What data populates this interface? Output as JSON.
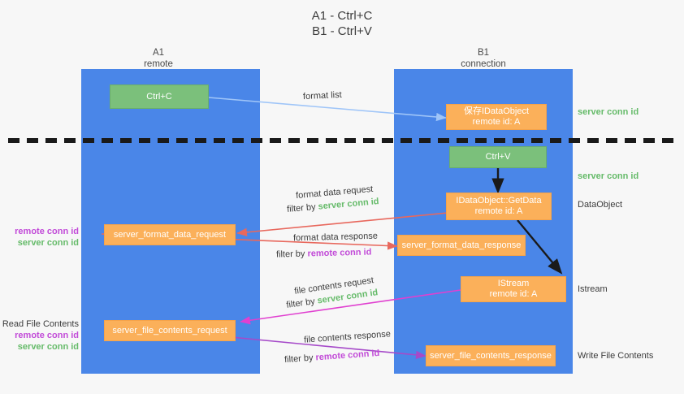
{
  "title": {
    "line1": "A1 - Ctrl+C",
    "line2": "B1 - Ctrl+V"
  },
  "colors": {
    "lane": "#4a86e8",
    "green_node": "#7bc07b",
    "orange_node": "#fbb05a",
    "server_conn_id": "#66bb6a",
    "remote_conn_id": "#c24bd8",
    "blue_arrow": "#9fc5f8",
    "red_arrow": "#e8685d",
    "magenta_arrow": "#e040d0",
    "purple_arrow": "#a64ac9",
    "black_arrow": "#1a1a1a",
    "divider": "#1a1a1a",
    "background": "#f7f7f7"
  },
  "lanes": [
    {
      "id": "a1",
      "title": "A1",
      "subtitle": "remote"
    },
    {
      "id": "b1",
      "title": "B1",
      "subtitle": "connection"
    }
  ],
  "nodes": [
    {
      "id": "ctrl-c",
      "label": "Ctrl+C",
      "sub": "",
      "style": "green"
    },
    {
      "id": "save-idataobject",
      "label": "保存IDataObject",
      "sub": "remote id: A",
      "style": "orange"
    },
    {
      "id": "ctrl-v",
      "label": "Ctrl+V",
      "sub": "",
      "style": "green"
    },
    {
      "id": "idataobject-getdata",
      "label": "IDataObject::GetData",
      "sub": "remote id: A",
      "style": "orange"
    },
    {
      "id": "server-format-data-request",
      "label": "server_format_data_request",
      "sub": "",
      "style": "orange"
    },
    {
      "id": "server-format-data-response",
      "label": "server_format_data_response",
      "sub": "",
      "style": "orange"
    },
    {
      "id": "istream",
      "label": "IStream",
      "sub": "remote id: A",
      "style": "orange"
    },
    {
      "id": "server-file-contents-request",
      "label": "server_file_contents_request",
      "sub": "",
      "style": "orange"
    },
    {
      "id": "server-file-contents-response",
      "label": "server_file_contents_response",
      "sub": "",
      "style": "orange"
    }
  ],
  "edge_labels": {
    "format_list": "format list",
    "format_data_request": "format data request",
    "format_data_request_filter_prefix": "filter by ",
    "format_data_request_filter_key": "server conn id",
    "format_data_response": "format data response",
    "format_data_response_filter_prefix": "filter by ",
    "format_data_response_filter_key": "remote conn id",
    "file_contents_request": "file contents request",
    "file_contents_request_filter_prefix": "filter by ",
    "file_contents_request_filter_key": "server conn id",
    "file_contents_response": "file contents response",
    "file_contents_response_filter_prefix": "filter by ",
    "file_contents_response_filter_key": "remote conn id"
  },
  "right_annotations": [
    {
      "id": "server-conn-id-top",
      "text": "server conn id",
      "kind": "green"
    },
    {
      "id": "server-conn-id-second",
      "text": "server conn id",
      "kind": "green"
    },
    {
      "id": "dataobject",
      "text": "DataObject",
      "kind": "plain"
    },
    {
      "id": "istream-label",
      "text": "Istream",
      "kind": "plain"
    },
    {
      "id": "write-file-contents",
      "text": "Write File Contents",
      "kind": "plain"
    }
  ],
  "left_annotations": [
    {
      "id": "conn-ids-middle",
      "title": "",
      "remote": "remote conn id",
      "server": "server conn id"
    },
    {
      "id": "conn-ids-bottom",
      "title": "Read File Contents",
      "remote": "remote conn id",
      "server": "server conn id"
    }
  ]
}
